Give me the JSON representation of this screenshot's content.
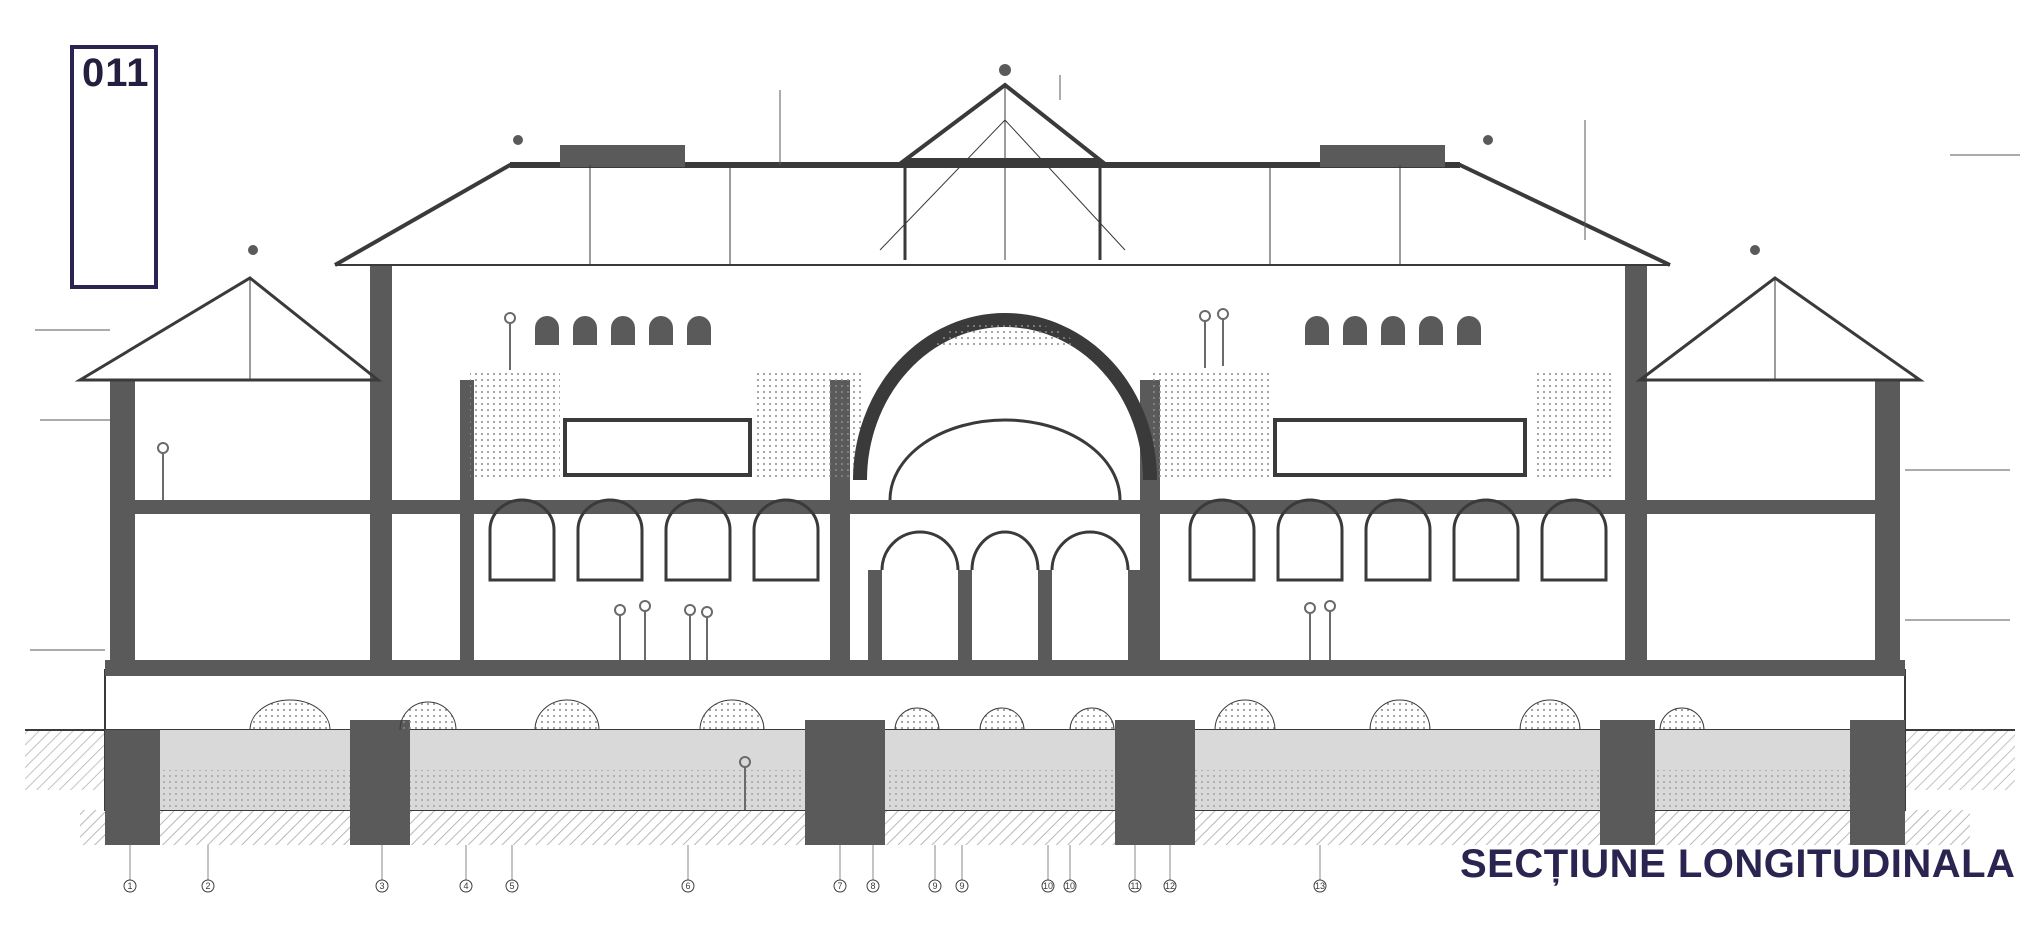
{
  "sheet": {
    "number": "011",
    "title": "SECȚIUNE LONGITUDINALA"
  },
  "colors": {
    "ink": "#23203f",
    "structure": "#5a5a5a",
    "line": "#3a3a3a",
    "hatch": "#9a9a9a",
    "fill_light": "#d9d9d9"
  },
  "grid_axes": [
    "1",
    "2",
    "3",
    "4",
    "5",
    "6",
    "7",
    "8",
    "9",
    "9",
    "10",
    "10",
    "11",
    "12",
    "13"
  ]
}
